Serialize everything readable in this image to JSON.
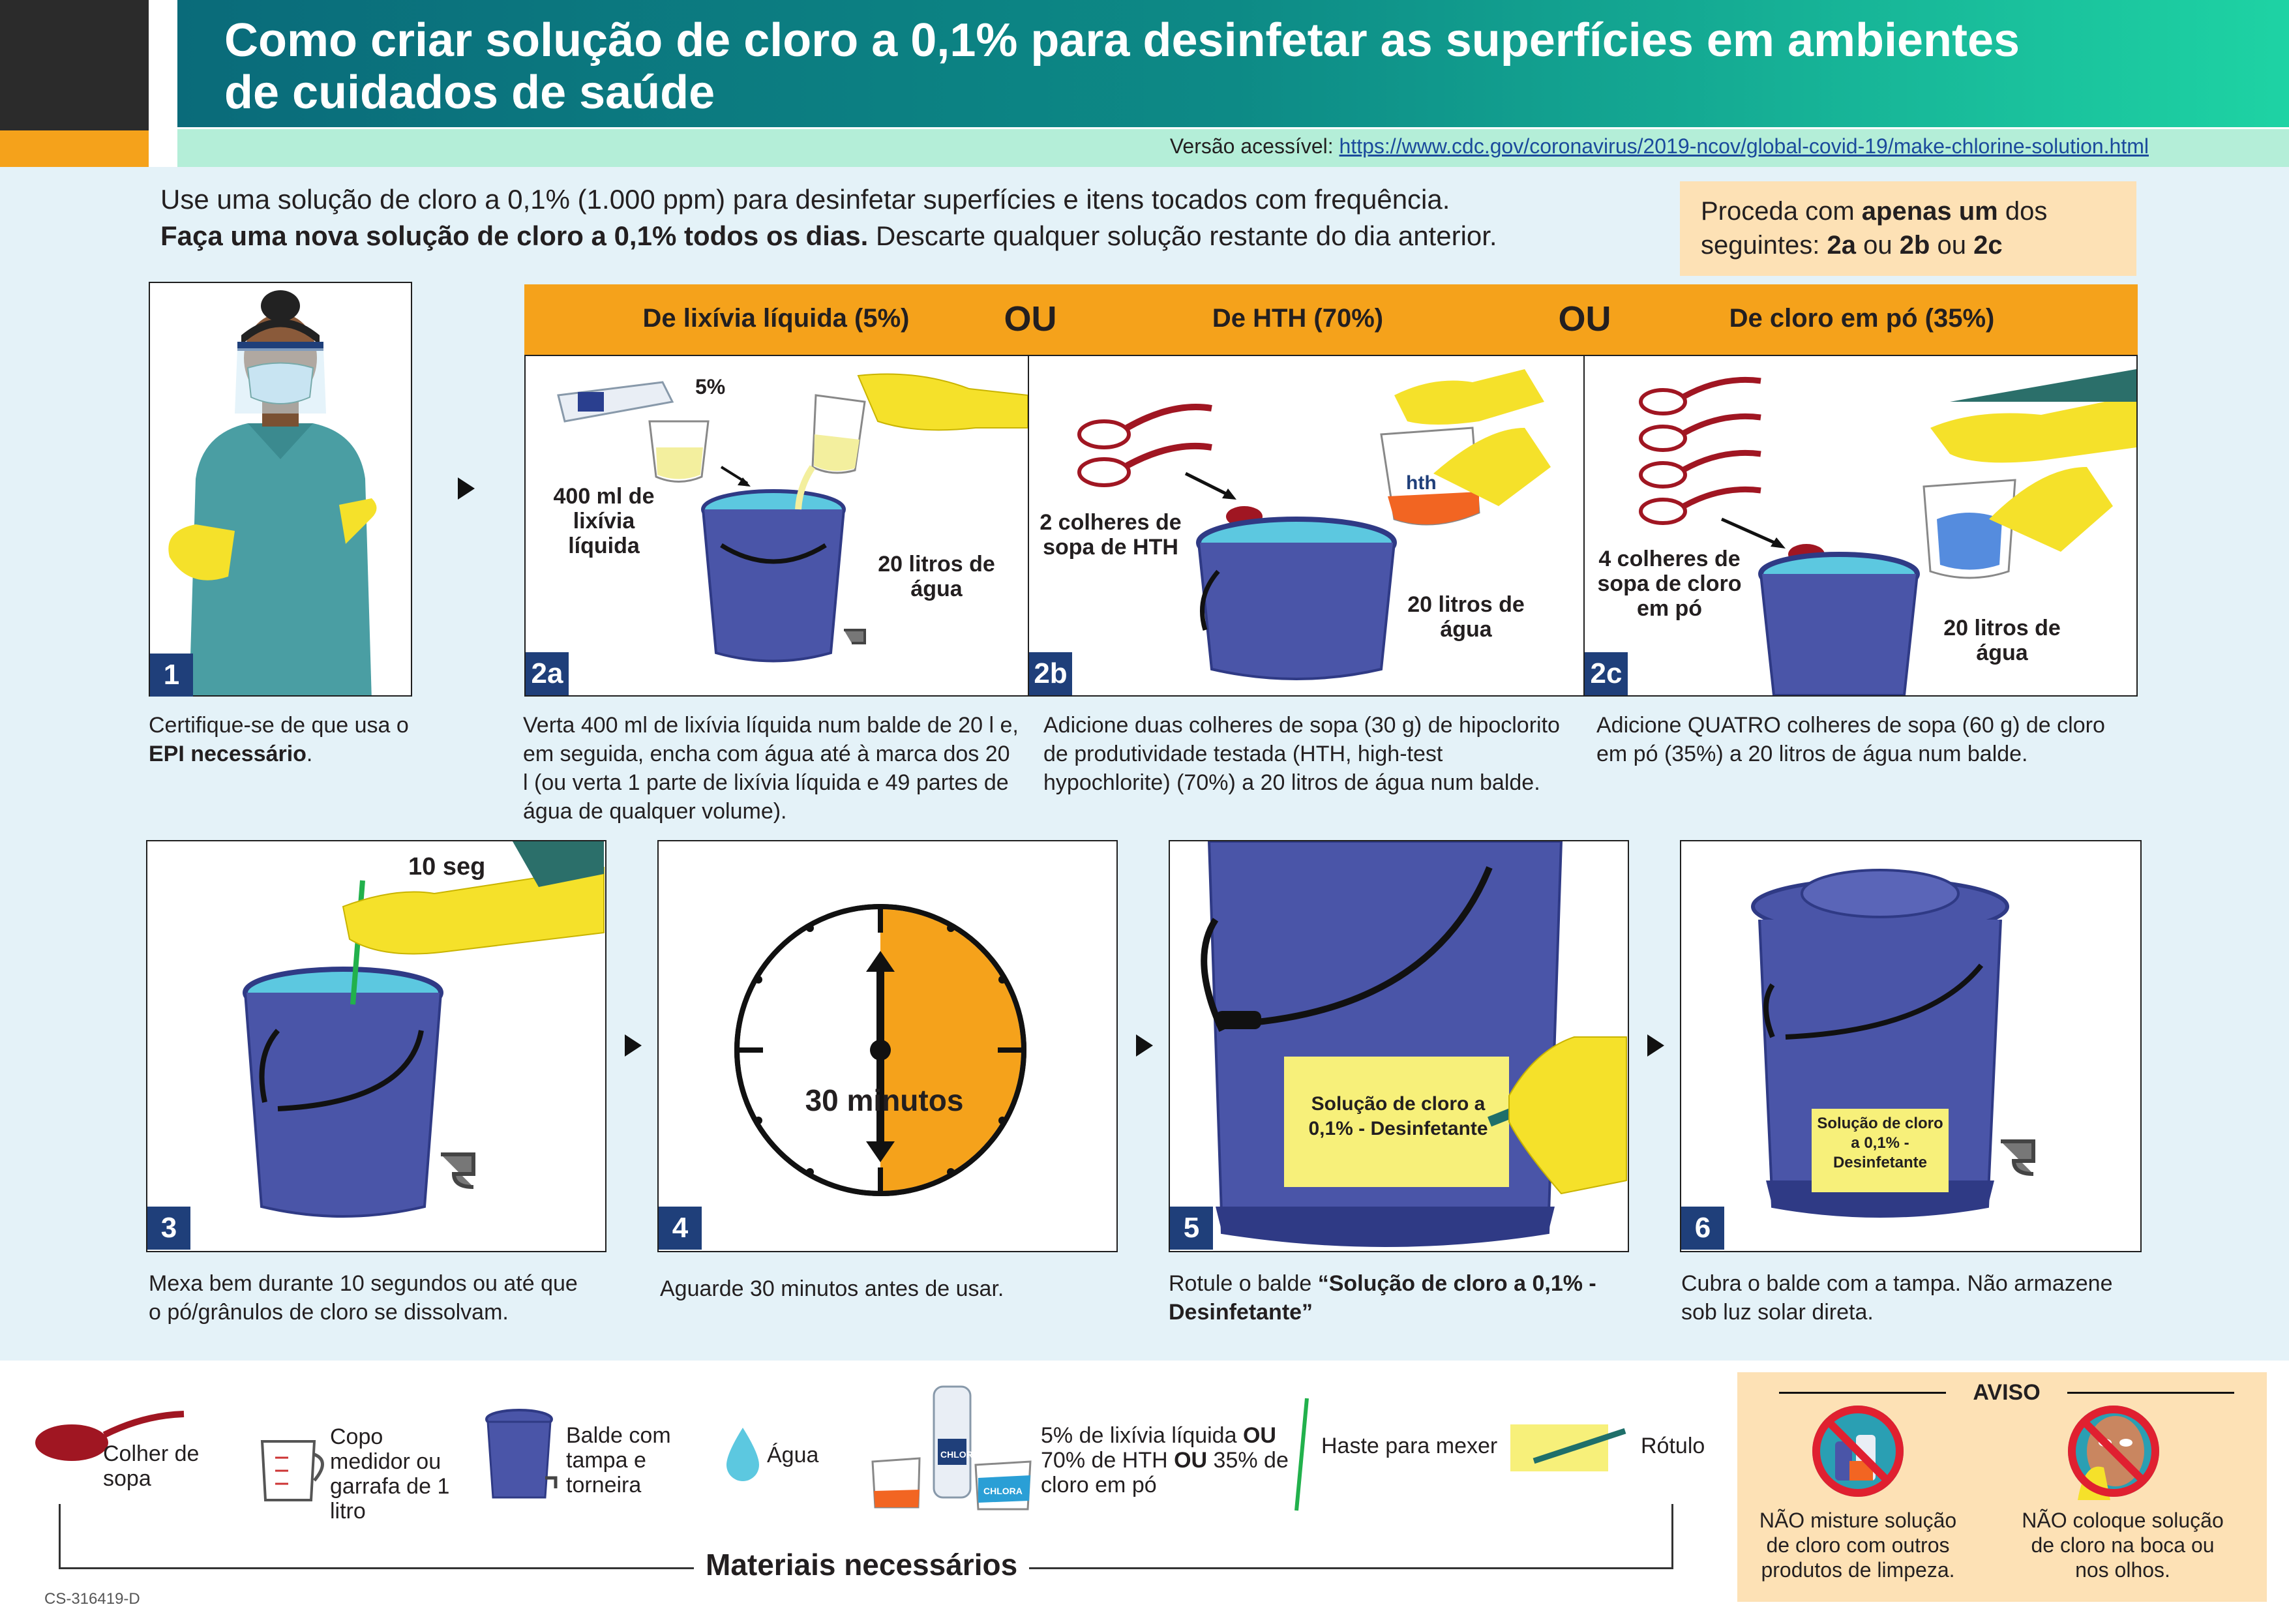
{
  "header": {
    "title_line1": "Como criar solução de cloro a 0,1% para desinfetar as superfícies em ambientes",
    "title_line2": "de cuidados de saúde",
    "access_label": "Versão acessível:",
    "access_url": "https://www.cdc.gov/coronavirus/2019-ncov/global-covid-19/make-chlorine-solution.html"
  },
  "intro": {
    "line1": "Use uma solução de cloro a 0,1% (1.000 ppm) para desinfetar superfícies e itens tocados com frequência.",
    "line2_bold": "Faça uma nova solução de cloro a 0,1% todos os dias.",
    "line2_rest": " Descarte qualquer solução restante do dia anterior."
  },
  "note": {
    "pre": "Proceda com ",
    "bold": "apenas um",
    "mid": " dos seguintes: ",
    "opt_a": "2a",
    "or1": " ou ",
    "opt_b": "2b",
    "or2": " ou ",
    "opt_c": "2c"
  },
  "options": {
    "a_title": "De lixívia líquida (5%)",
    "or_word": "OU",
    "b_title": "De HTH (70%)",
    "c_title": "De cloro em pó (35%)"
  },
  "steps": {
    "s1": {
      "num": "1",
      "cap_pre": "Certifique-se de que usa o ",
      "cap_bold": "EPI necessário",
      "cap_post": "."
    },
    "s2a": {
      "num": "2a",
      "pct": "5%",
      "label_bleach": "400 ml de lixívia líquida",
      "label_water": "20 litros de água",
      "caption": "Verta 400 ml de lixívia líquida num balde de 20 l e, em seguida, encha com água até à marca dos 20 l (ou verta 1 parte de lixívia líquida e 49 partes de água de qualquer volume)."
    },
    "s2b": {
      "num": "2b",
      "label_spoons": "2 colheres de sopa de HTH",
      "label_water": "20 litros de água",
      "tub_text": "hth",
      "caption": "Adicione duas colheres de sopa (30 g) de hipoclorito de produtividade testada (HTH, high-test hypochlorite) (70%) a 20 litros de água num balde."
    },
    "s2c": {
      "num": "2c",
      "label_spoons": "4 colheres de sopa de cloro em pó",
      "label_water": "20 litros de água",
      "caption": "Adicione QUATRO colheres de sopa (60 g) de cloro em pó (35%) a 20 litros de água num balde."
    },
    "s3": {
      "num": "3",
      "timer": "10 seg",
      "caption": "Mexa bem durante 10 segundos ou até que o pó/grânulos de cloro se dissolvam."
    },
    "s4": {
      "num": "4",
      "clock_label": "30 minutos",
      "caption": "Aguarde 30 minutos antes de usar."
    },
    "s5": {
      "num": "5",
      "label_text": "Solução de cloro a 0,1% - Desinfetante",
      "cap_pre": "Rotule o balde ",
      "cap_bold": "“Solução de cloro a 0,1% - Desinfetante”"
    },
    "s6": {
      "num": "6",
      "label_text": "Solução de cloro a 0,1% - Desinfetante",
      "caption": "Cubra o balde com a tampa. Não armazene sob luz solar direta."
    }
  },
  "materials": {
    "spoon": "Colher de sopa",
    "cup": "Copo medidor ou garrafa de 1 litro",
    "bucket": "Balde com tampa e torneira",
    "water": "Água",
    "chem_1": "5% de lixívia líquida ",
    "chem_ou1": "OU",
    "chem_2": " 70% de HTH ",
    "chem_ou2": "OU",
    "chem_3": " 35% de cloro em pó",
    "stick": "Haste para mexer",
    "label": "Rótulo",
    "heading": "Materiais necessários",
    "bottle_brand": "CHLORA",
    "tub_brand": "CHLORA"
  },
  "warning": {
    "title": "AVISO",
    "w1": "NÃO misture solução de cloro com outros produtos de limpeza.",
    "w2": "NÃO coloque solução de cloro na boca ou nos olhos."
  },
  "footer": {
    "code": "CS-316419-D"
  },
  "colors": {
    "teal": "#0d8a86",
    "orange": "#f5a21b",
    "navy": "#1f3f7a",
    "bucket": "#4a55a8",
    "water": "#5cc8e0",
    "glove": "#f5e12a",
    "label": "#f7f07a",
    "pale_blue": "#e4f2f8"
  }
}
